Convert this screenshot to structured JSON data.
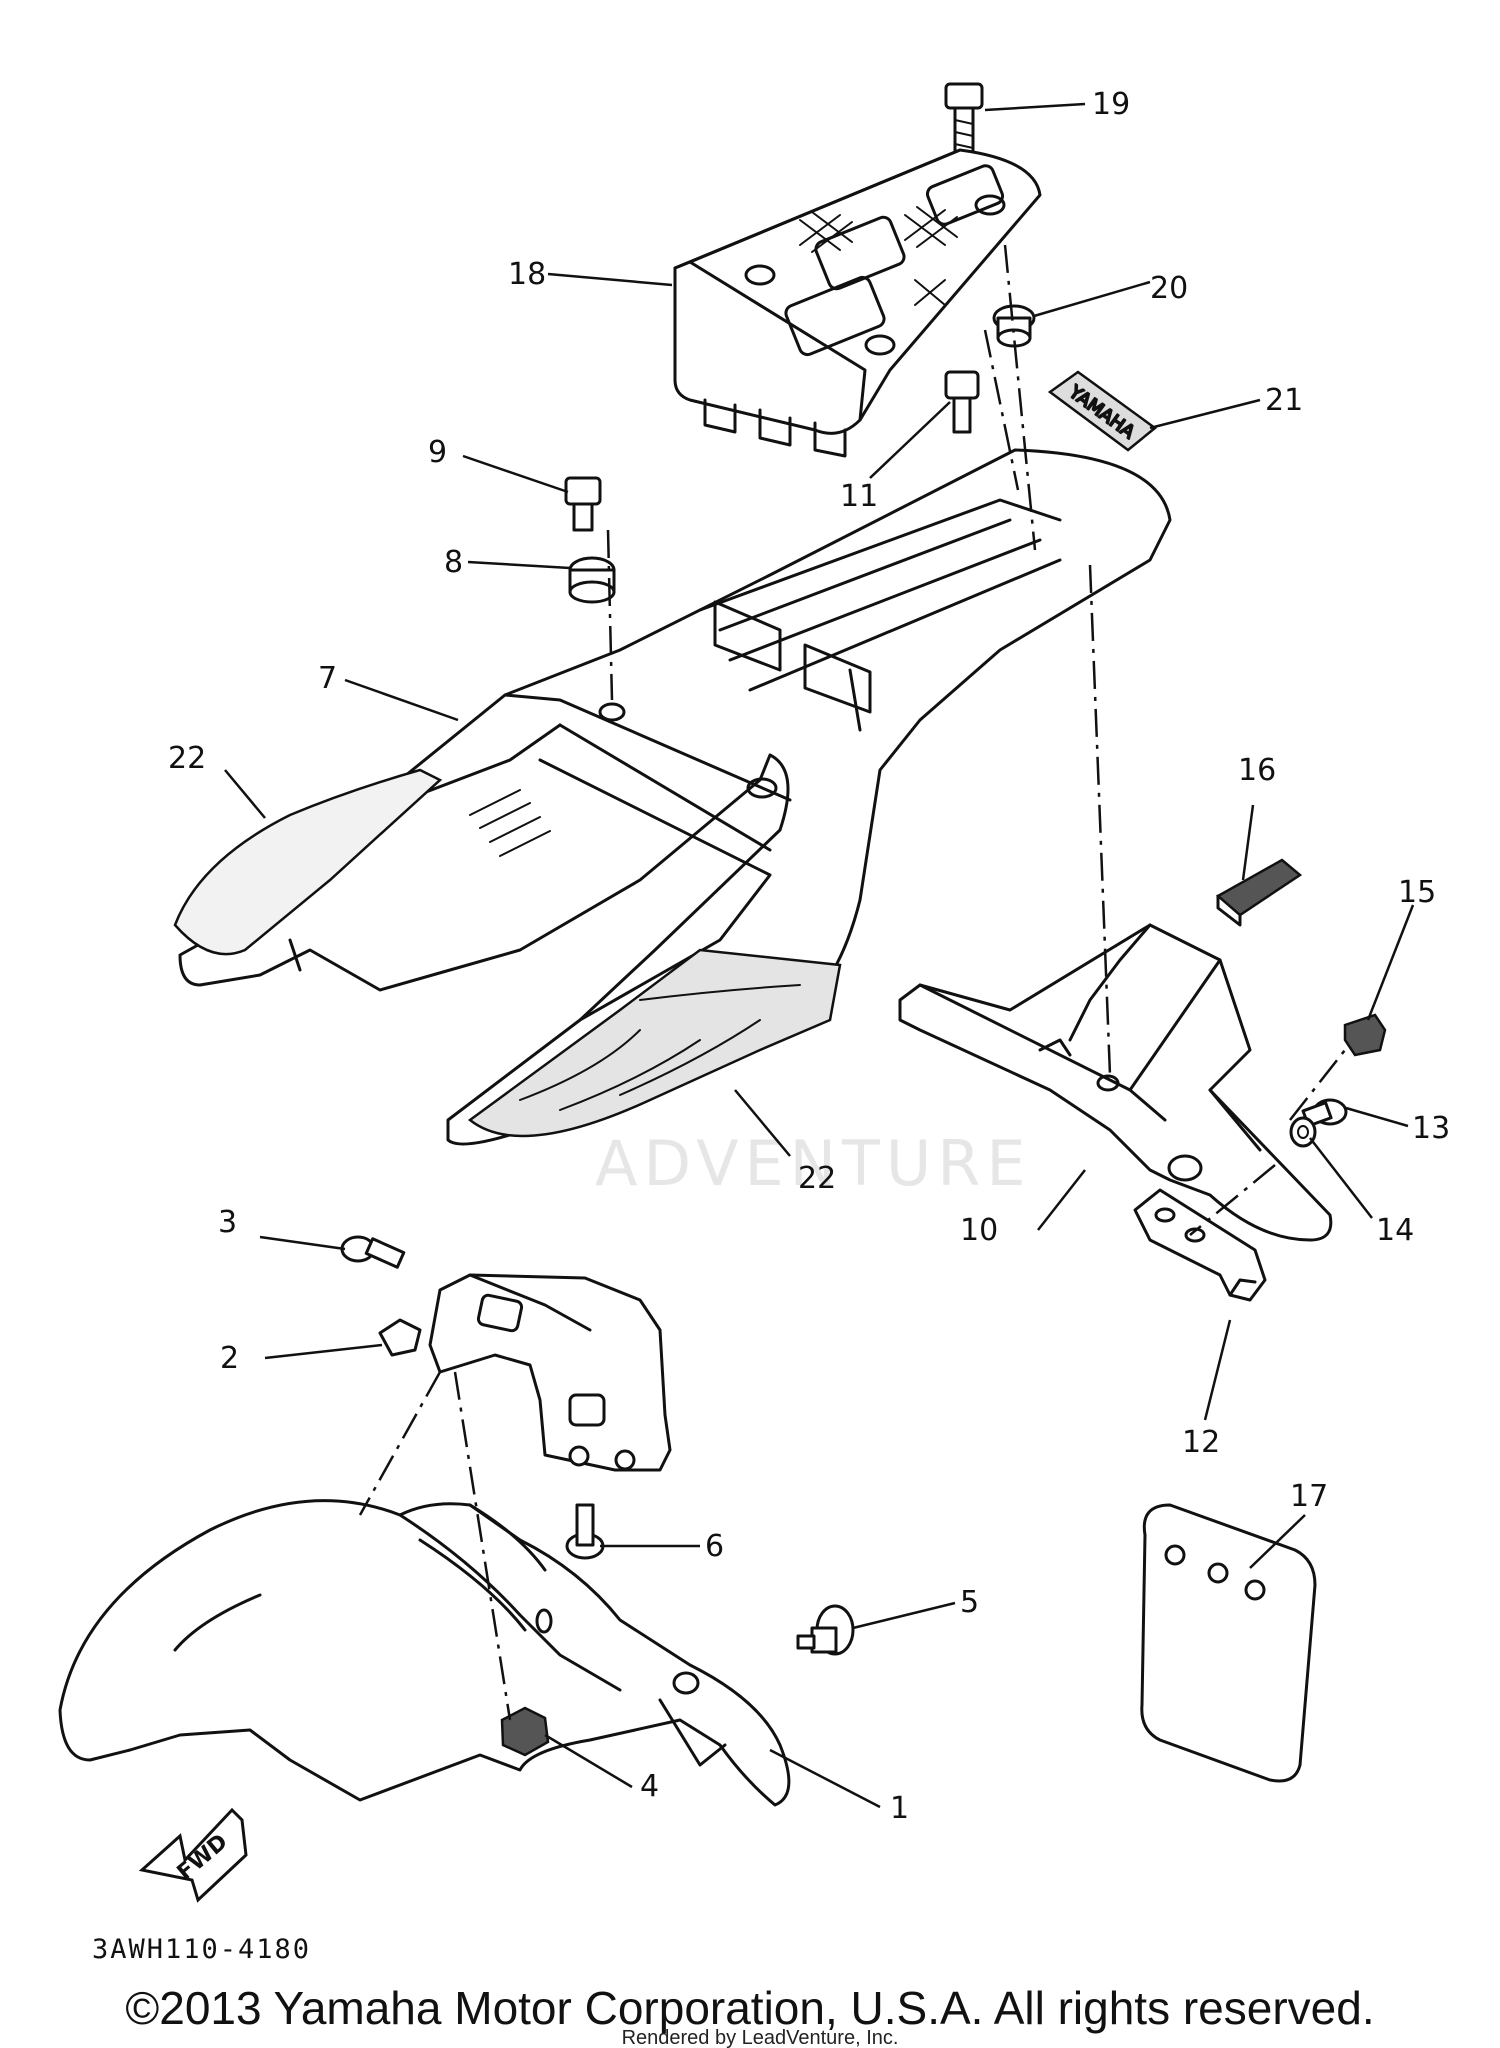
{
  "diagram": {
    "reference_code": "3AWH110-4180",
    "direction_badge": "FWD",
    "decal_text": "YAMAHA",
    "watermark": "ADVENTURE",
    "copyright": "©2013 Yamaha Motor Corporation, U.S.A. All rights reserved.",
    "render_note": "Rendered by LeadVenture, Inc.",
    "callouts": [
      "1",
      "2",
      "3",
      "4",
      "5",
      "6",
      "7",
      "8",
      "9",
      "10",
      "11",
      "12",
      "13",
      "14",
      "15",
      "16",
      "17",
      "18",
      "19",
      "20",
      "21",
      "22",
      "22"
    ]
  }
}
